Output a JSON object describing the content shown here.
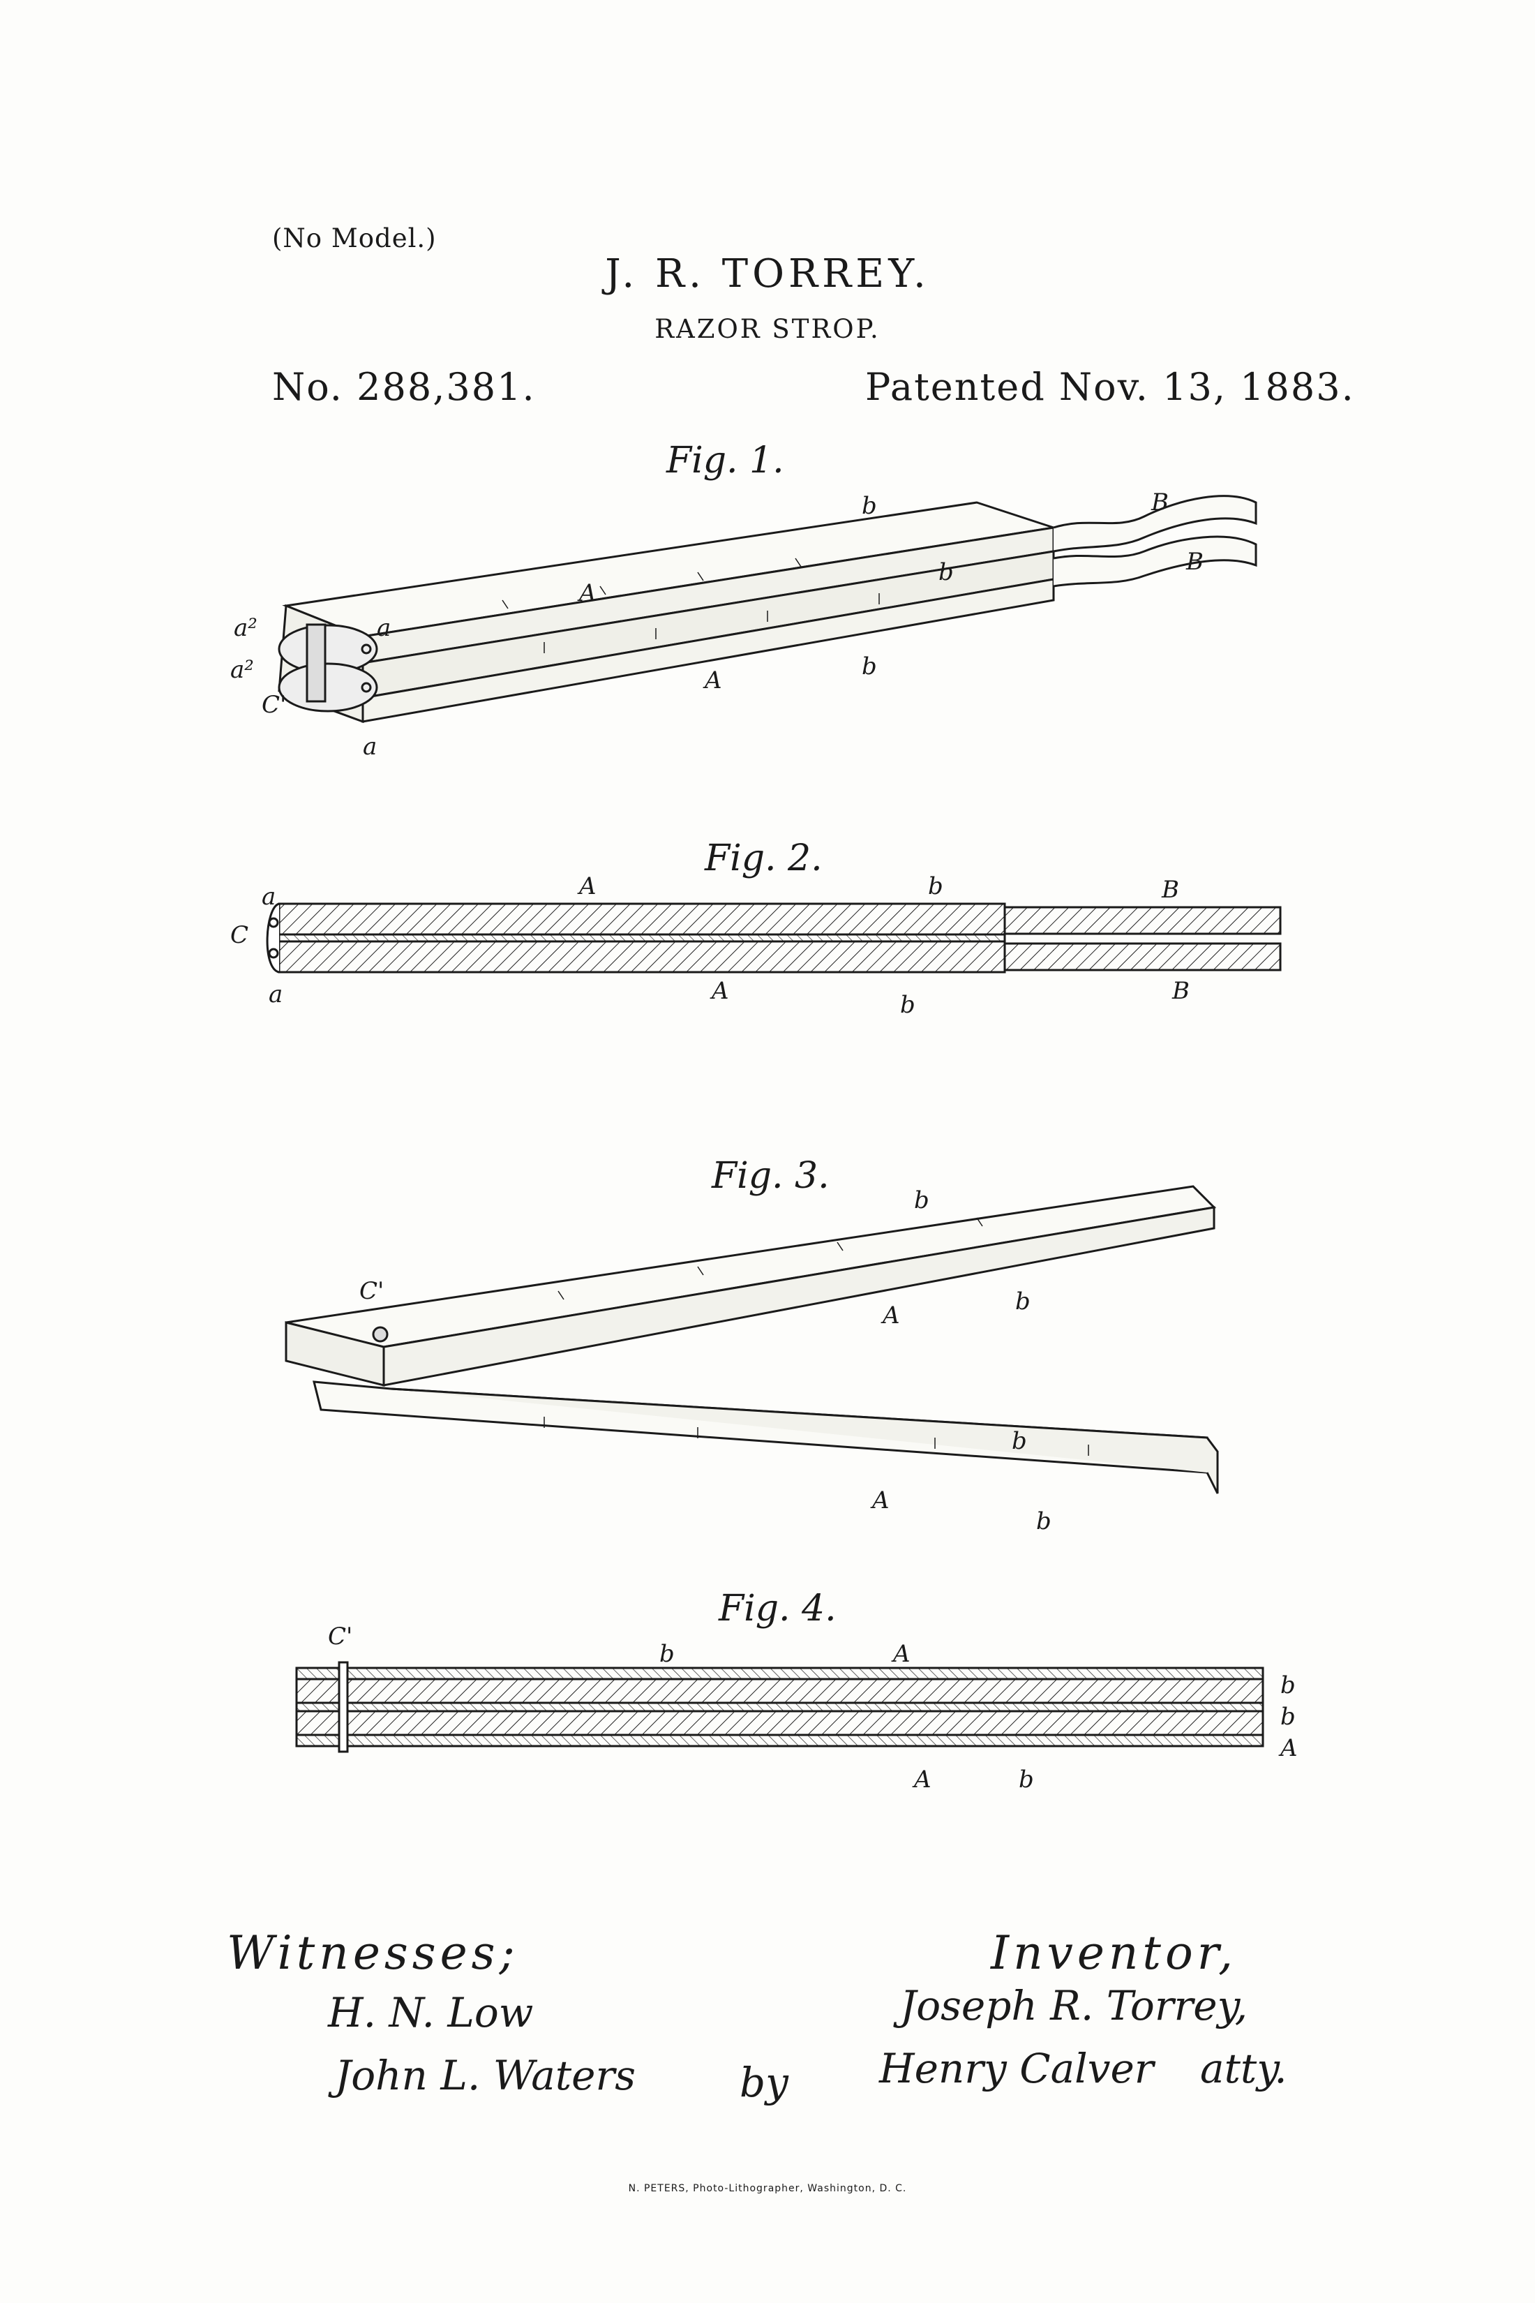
{
  "header": {
    "no_model": "(No Model.)",
    "inventor": "J. R. TORREY.",
    "title": "RAZOR STROP.",
    "patent_number": "No. 288,381.",
    "patent_date": "Patented Nov. 13, 1883."
  },
  "figures": {
    "fig1": {
      "label": "Fig. 1.",
      "refs": [
        "a²",
        "a²",
        "a",
        "C'",
        "a",
        "A",
        "A",
        "b",
        "b",
        "b",
        "B",
        "B"
      ]
    },
    "fig2": {
      "label": "Fig. 2.",
      "refs": [
        "a",
        "C",
        "a",
        "A",
        "A",
        "b",
        "b",
        "B",
        "B"
      ]
    },
    "fig3": {
      "label": "Fig. 3.",
      "refs": [
        "C'",
        "b",
        "A",
        "b",
        "A",
        "b",
        "b"
      ]
    },
    "fig4": {
      "label": "Fig. 4.",
      "refs": [
        "C'",
        "b",
        "A",
        "b",
        "b",
        "A",
        "A",
        "b"
      ]
    }
  },
  "signatures": {
    "witnesses_label": "Witnesses;",
    "witness_1": "H. N. Low",
    "witness_2": "John L. Waters",
    "inventor_label": "Inventor,",
    "inventor_name": "Joseph R. Torrey,",
    "by": "by",
    "attorney": "Henry Calver",
    "attorney_suffix": "atty."
  },
  "printer_credit": "N. PETERS, Photo-Lithographer, Washington, D. C."
}
